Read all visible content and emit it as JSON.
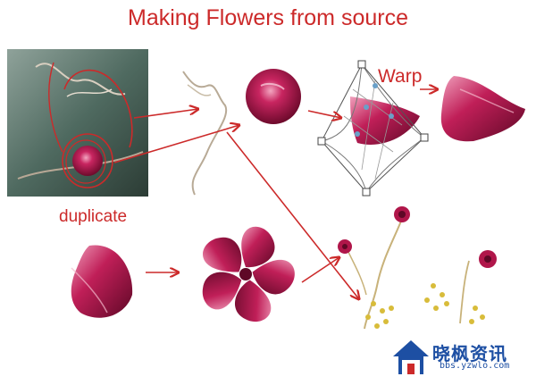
{
  "title": "Making Flowers from source",
  "labels": {
    "warp": "Warp",
    "duplicate": "duplicate"
  },
  "watermark": {
    "text": "晓枫资讯",
    "url": "bbs.yzwlo.com"
  },
  "colors": {
    "annotation_red": "#cc2a2a",
    "petal": "#b0164a",
    "petal_light": "#e88aa8",
    "watermark_blue": "#1d4fa3",
    "photo_bg": "#4f6a60"
  },
  "icons": [
    "petal-ball",
    "warp-mesh",
    "flower-stem",
    "watermark-logo"
  ]
}
